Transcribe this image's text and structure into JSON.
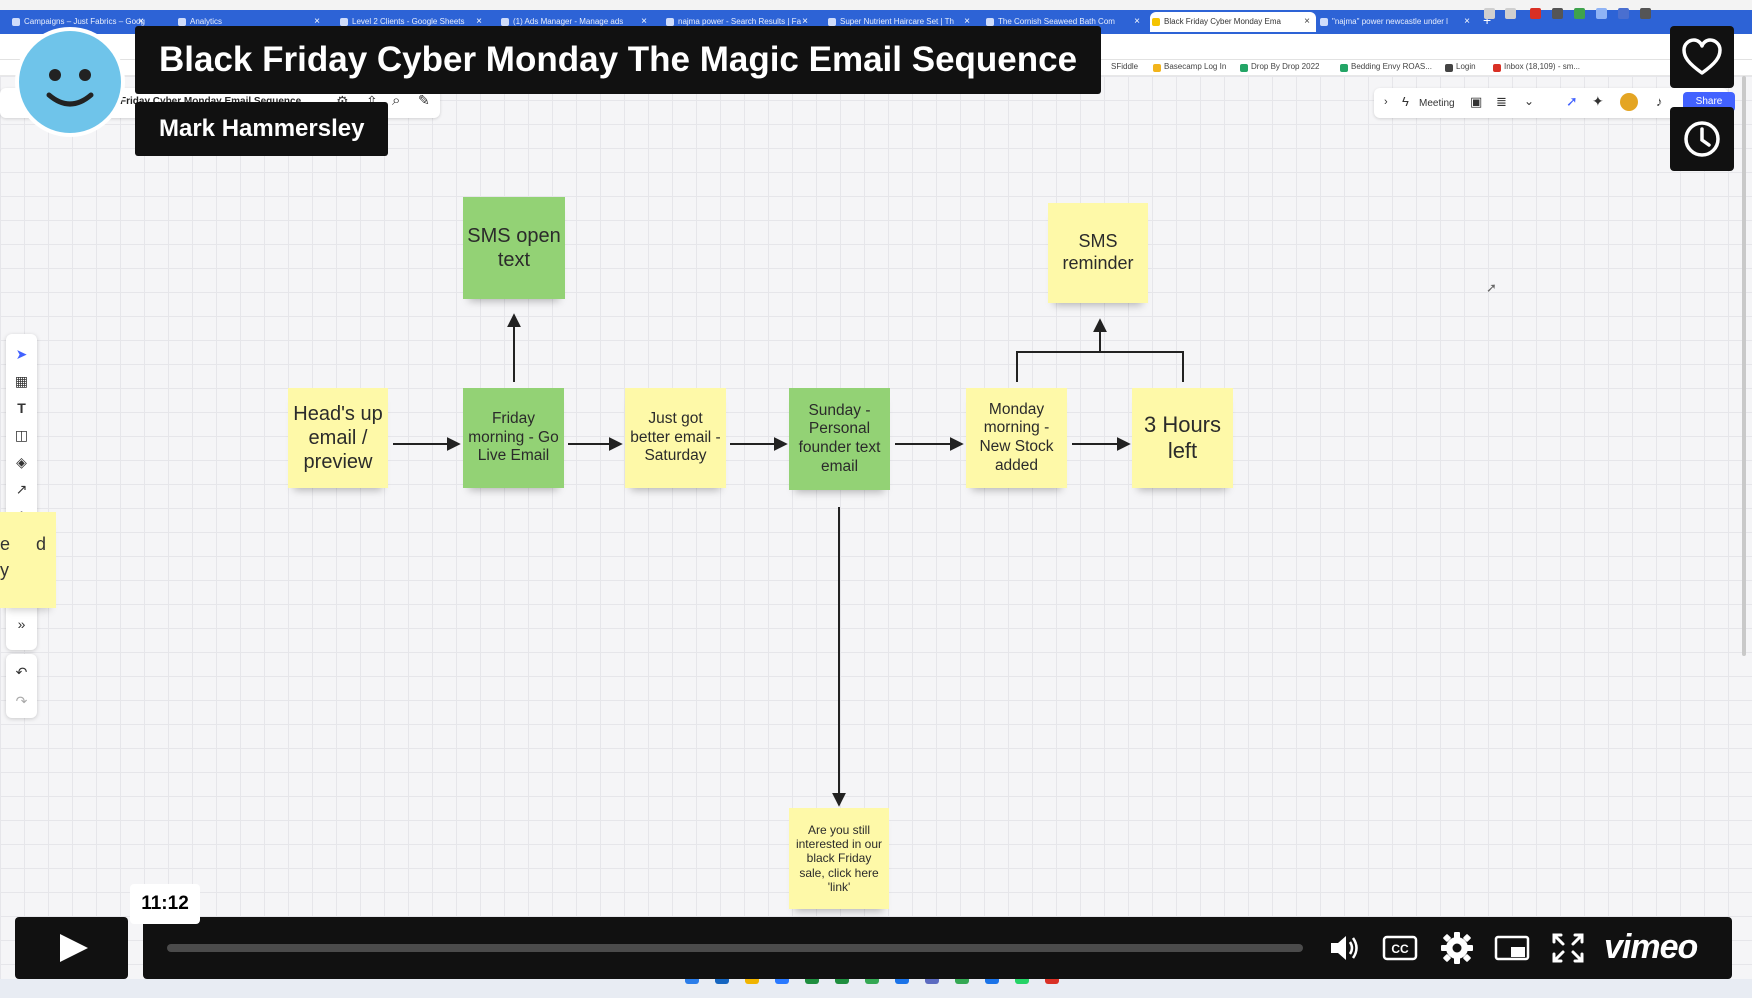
{
  "browser": {
    "tabs": [
      {
        "label": "Campaigns – Just Fabrics – Goog"
      },
      {
        "label": "Analytics"
      },
      {
        "label": "Level 2 Clients - Google Sheets"
      },
      {
        "label": "(1) Ads Manager - Manage ads"
      },
      {
        "label": "najma power - Search Results | Fa"
      },
      {
        "label": "Super Nutrient Haircare Set | Th"
      },
      {
        "label": "The Cornish Seaweed Bath Com"
      },
      {
        "label": "Black Friday Cyber Monday Ema"
      },
      {
        "label": "\"najma\" power newcastle under l"
      }
    ],
    "bookmarks": [
      {
        "label": "SFiddle"
      },
      {
        "label": "Basecamp Log In"
      },
      {
        "label": "Drop By Drop 2022"
      },
      {
        "label": "Bedding Envy ROAS..."
      },
      {
        "label": "Login"
      },
      {
        "label": "Inbox (18,109) - sm..."
      }
    ]
  },
  "board": {
    "name": "Friday Cyber Monday Email Sequence",
    "toolbar_right": {
      "meeting_label": "Meeting",
      "share_label": "Share"
    },
    "stickies": {
      "heads_up": "Head's up email / preview",
      "friday_morning": "Friday morning - Go Live Email",
      "sms_open": "SMS open text",
      "just_got_better": "Just got better email - Saturday",
      "sunday_founder": "Sunday - Personal founder text email",
      "still_interested": "Are you still interested in our black Friday sale, click here 'link'",
      "monday_morning": "Monday morning - New Stock added",
      "sms_reminder": "SMS reminder",
      "three_hours": "3 Hours left",
      "partial_left": {
        "line1": "e",
        "line2": "y",
        "line3": "d"
      }
    }
  },
  "video": {
    "title": "Black Friday Cyber Monday The Magic Email Sequence",
    "author": "Mark Hammersley",
    "timestamp": "11:12",
    "brand": "vimeo"
  },
  "colors": {
    "sticky_yellow": "#fef9a8",
    "sticky_green": "#93d275",
    "miro_blue": "#4262ff",
    "overlay_dark": "#111111",
    "avatar_blue": "#6fc4ea"
  }
}
